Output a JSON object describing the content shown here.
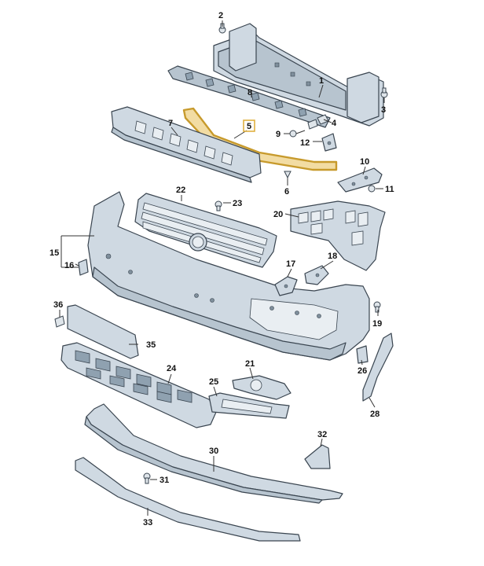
{
  "diagram": {
    "colors": {
      "part_fill": "#cfd9e2",
      "part_outline": "#3a4550",
      "highlight_fill": "#f2dca3",
      "highlight_outline": "#c79a2c"
    },
    "highlighted_callout": "5",
    "callouts": [
      {
        "id": "c1",
        "label": "1"
      },
      {
        "id": "c2",
        "label": "2"
      },
      {
        "id": "c3",
        "label": "3"
      },
      {
        "id": "c4",
        "label": "4"
      },
      {
        "id": "c5",
        "label": "5"
      },
      {
        "id": "c6",
        "label": "6"
      },
      {
        "id": "c7",
        "label": "7"
      },
      {
        "id": "c8",
        "label": "8"
      },
      {
        "id": "c9",
        "label": "9"
      },
      {
        "id": "c10",
        "label": "10"
      },
      {
        "id": "c11",
        "label": "11"
      },
      {
        "id": "c12",
        "label": "12"
      },
      {
        "id": "c15",
        "label": "15"
      },
      {
        "id": "c16",
        "label": "16"
      },
      {
        "id": "c17",
        "label": "17"
      },
      {
        "id": "c18",
        "label": "18"
      },
      {
        "id": "c19",
        "label": "19"
      },
      {
        "id": "c20",
        "label": "20"
      },
      {
        "id": "c21",
        "label": "21"
      },
      {
        "id": "c22",
        "label": "22"
      },
      {
        "id": "c23",
        "label": "23"
      },
      {
        "id": "c24",
        "label": "24"
      },
      {
        "id": "c25",
        "label": "25"
      },
      {
        "id": "c26",
        "label": "26"
      },
      {
        "id": "c28",
        "label": "28"
      },
      {
        "id": "c30",
        "label": "30"
      },
      {
        "id": "c31",
        "label": "31"
      },
      {
        "id": "c32",
        "label": "32"
      },
      {
        "id": "c33",
        "label": "33"
      },
      {
        "id": "c35",
        "label": "35"
      },
      {
        "id": "c36",
        "label": "36"
      }
    ]
  }
}
